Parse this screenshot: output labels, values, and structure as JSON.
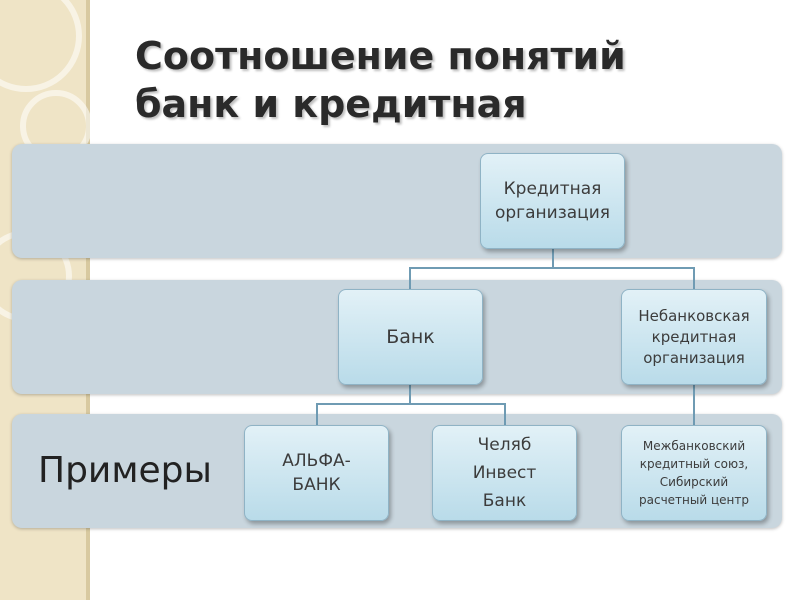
{
  "slide": {
    "title_lines": [
      "Соотношение понятий",
      "банк и кредитная"
    ]
  },
  "diagram": {
    "root": "Кредитная\nорганизация",
    "level2": [
      "Банк",
      "Небанковская\nкредитная\nорганизация"
    ],
    "examples_label": "Примеры",
    "examples": [
      "АЛЬФА-\nБАНК",
      "Челяб\nИнвест\nБанк",
      "Межбанковский\nкредитный союз,\nСибирский\nрасчетный центр"
    ]
  },
  "colors": {
    "band": "#c9d6de",
    "node_top": "#e2f1f7",
    "node_bottom": "#b9dbe9",
    "node_border": "#8fb3c5",
    "connector": "#6f9bb3"
  }
}
